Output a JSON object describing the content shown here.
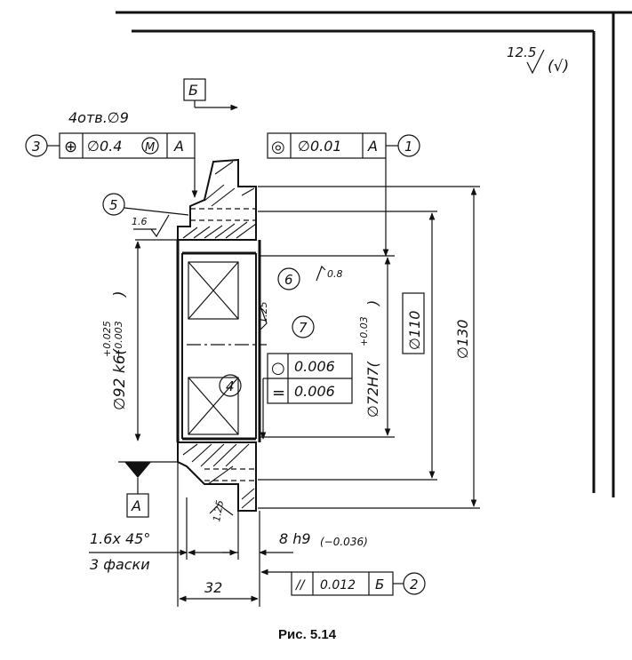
{
  "roughness": {
    "value": "12.5",
    "paren": "(√)"
  },
  "section_label": "Б",
  "holes_note": "4отв.∅9",
  "pos_tolerance": {
    "callout": "3",
    "symbol": "⊕",
    "value": "∅0.4",
    "modifier": "M",
    "datum": "A"
  },
  "conc_tolerance": {
    "callout": "1",
    "symbol": "◎",
    "value": "∅0.01",
    "datum": "A"
  },
  "callouts": {
    "c4": "4",
    "c5": "5",
    "c6": "6",
    "c7": "7"
  },
  "roughness_marks": {
    "r16": "1.6",
    "r08": "0.8",
    "r125a": "1.25",
    "r125b": "1.25"
  },
  "form_tolerance": [
    {
      "symbol": "○",
      "value": "0.006"
    },
    {
      "symbol": "=",
      "value": "0.006"
    }
  ],
  "dims": {
    "d92_base": "∅92 k6(",
    "d92_upper": "+0.025",
    "d92_lower": "+0.003",
    "d92_close": ")",
    "d72_base": "∅72H7(",
    "d72_upper": "+0.03",
    "d72_close": ")",
    "d110": "∅110",
    "d130": "∅130",
    "w8": "8 h9",
    "w8_tol": "(−0.036)",
    "w32": "32",
    "chamfer": "1.6x 45°",
    "chamfer_note": "3 фаски"
  },
  "datum_a": "A",
  "par_tolerance": {
    "callout": "2",
    "symbol": "//",
    "value": "0.012",
    "datum": "Б"
  },
  "caption": "Рис. 5.14"
}
